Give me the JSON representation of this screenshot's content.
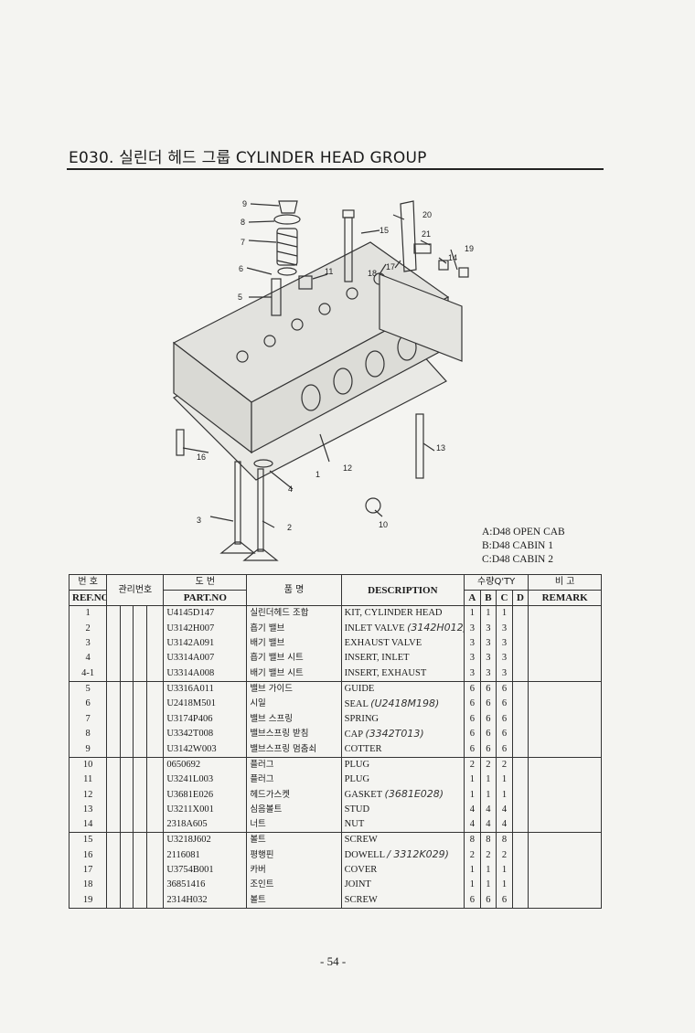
{
  "header": {
    "title": "E030. 실린더 헤드 그룹 CYLINDER HEAD GROUP"
  },
  "diagram_labels": [
    "1",
    "2",
    "3",
    "4",
    "5",
    "6",
    "7",
    "8",
    "9",
    "10",
    "11",
    "12",
    "13",
    "14",
    "15",
    "16",
    "17",
    "18",
    "19",
    "20",
    "21"
  ],
  "legend": [
    "A:D48 OPEN CAB",
    "B:D48 CABIN 1",
    "C:D48 CABIN 2"
  ],
  "table": {
    "headers": {
      "ref_ko": "번 호",
      "ref_en": "REF.NO",
      "mgmt_ko": "관리번호",
      "part_ko": "도 번",
      "part_en": "PART.NO",
      "name_ko": "품 명",
      "desc": "DESCRIPTION",
      "qty": "수량Q'TY",
      "cols": [
        "A",
        "B",
        "C",
        "D"
      ],
      "remark_ko": "비 고",
      "remark_en": "REMARK"
    },
    "rows": [
      {
        "ref": "1",
        "part": "U4145D147",
        "name": "실린더헤드 조합",
        "desc": "KIT, CYLINDER HEAD",
        "a": "1",
        "b": "1",
        "c": "1",
        "d": "",
        "hw": ""
      },
      {
        "ref": "2",
        "part": "U3142H007",
        "name": "흡기 밸브",
        "desc": "INLET VALVE",
        "a": "3",
        "b": "3",
        "c": "3",
        "d": "",
        "hw": "(3142H012)"
      },
      {
        "ref": "3",
        "part": "U3142A091",
        "name": "배기 밸브",
        "desc": "EXHAUST VALVE",
        "a": "3",
        "b": "3",
        "c": "3",
        "d": "",
        "hw": ""
      },
      {
        "ref": "4",
        "part": "U3314A007",
        "name": "흡기 밸브 시트",
        "desc": "INSERT, INLET",
        "a": "3",
        "b": "3",
        "c": "3",
        "d": "",
        "hw": ""
      },
      {
        "ref": "4-1",
        "part": "U3314A008",
        "name": "배기 밸브 시트",
        "desc": "INSERT, EXHAUST",
        "a": "3",
        "b": "3",
        "c": "3",
        "d": "",
        "hw": ""
      },
      {
        "ref": "5",
        "part": "U3316A011",
        "name": "밸브 가이드",
        "desc": "GUIDE",
        "a": "6",
        "b": "6",
        "c": "6",
        "d": "",
        "hw": ""
      },
      {
        "ref": "6",
        "part": "U2418M501",
        "name": "시일",
        "desc": "SEAL",
        "a": "6",
        "b": "6",
        "c": "6",
        "d": "",
        "hw": "(U2418M198)"
      },
      {
        "ref": "7",
        "part": "U3174P406",
        "name": "밸브 스프링",
        "desc": "SPRING",
        "a": "6",
        "b": "6",
        "c": "6",
        "d": "",
        "hw": ""
      },
      {
        "ref": "8",
        "part": "U3342T008",
        "name": "밸브스프링 받침",
        "desc": "CAP",
        "a": "6",
        "b": "6",
        "c": "6",
        "d": "",
        "hw": "(3342T013)"
      },
      {
        "ref": "9",
        "part": "U3142W003",
        "name": "밸브스프링 멈춤쇠",
        "desc": "COTTER",
        "a": "6",
        "b": "6",
        "c": "6",
        "d": "",
        "hw": ""
      },
      {
        "ref": "10",
        "part": "0650692",
        "name": "플러그",
        "desc": "PLUG",
        "a": "2",
        "b": "2",
        "c": "2",
        "d": "",
        "hw": ""
      },
      {
        "ref": "11",
        "part": "U3241L003",
        "name": "플러그",
        "desc": "PLUG",
        "a": "1",
        "b": "1",
        "c": "1",
        "d": "",
        "hw": ""
      },
      {
        "ref": "12",
        "part": "U3681E026",
        "name": "헤드가스켓",
        "desc": "GASKET",
        "a": "1",
        "b": "1",
        "c": "1",
        "d": "",
        "hw": "(3681E028)"
      },
      {
        "ref": "13",
        "part": "U3211X001",
        "name": "심음볼트",
        "desc": "STUD",
        "a": "4",
        "b": "4",
        "c": "4",
        "d": "",
        "hw": ""
      },
      {
        "ref": "14",
        "part": "2318A605",
        "name": "너트",
        "desc": "NUT",
        "a": "4",
        "b": "4",
        "c": "4",
        "d": "",
        "hw": ""
      },
      {
        "ref": "15",
        "part": "U3218J602",
        "name": "볼트",
        "desc": "SCREW",
        "a": "8",
        "b": "8",
        "c": "8",
        "d": "",
        "hw": ""
      },
      {
        "ref": "16",
        "part": "2116081",
        "name": "평행핀",
        "desc": "DOWELL",
        "a": "2",
        "b": "2",
        "c": "2",
        "d": "",
        "hw": "/ 3312K029)"
      },
      {
        "ref": "17",
        "part": "U3754B001",
        "name": "카버",
        "desc": "COVER",
        "a": "1",
        "b": "1",
        "c": "1",
        "d": "",
        "hw": ""
      },
      {
        "ref": "18",
        "part": "36851416",
        "name": "조인트",
        "desc": "JOINT",
        "a": "1",
        "b": "1",
        "c": "1",
        "d": "",
        "hw": ""
      },
      {
        "ref": "19",
        "part": "2314H032",
        "name": "볼트",
        "desc": "SCREW",
        "a": "6",
        "b": "6",
        "c": "6",
        "d": "",
        "hw": ""
      }
    ]
  },
  "footer": {
    "page": "- 54 -"
  }
}
